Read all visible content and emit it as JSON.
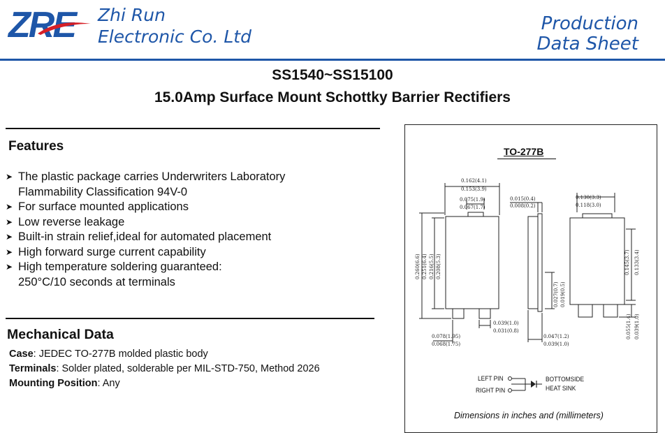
{
  "header": {
    "logo_text": "ZRE",
    "company_line1": "Zhi Run",
    "company_line2": "Electronic Co. Ltd",
    "sheet_line1": "Production",
    "sheet_line2": "Data Sheet"
  },
  "title": {
    "part_range": "SS1540~SS15100",
    "description": "15.0Amp Surface Mount Schottky Barrier Rectifiers"
  },
  "features": {
    "heading": "Features",
    "items": [
      {
        "line1": "The plastic package carries Underwriters Laboratory",
        "line2": "Flammability Classification 94V-0"
      },
      {
        "line1": "For surface mounted applications",
        "line2": ""
      },
      {
        "line1": "Low reverse leakage",
        "line2": ""
      },
      {
        "line1": "Built-in strain relief,ideal for automated placement",
        "line2": ""
      },
      {
        "line1": "High forward surge current capability",
        "line2": ""
      },
      {
        "line1": "High temperature soldering guaranteed:",
        "line2": "250°C/10 seconds at terminals"
      }
    ]
  },
  "mechanical": {
    "heading": "Mechanical  Data",
    "rows": [
      {
        "label": "Case",
        "value": ": JEDEC TO-277B molded plastic body"
      },
      {
        "label": "Terminals",
        "value": ": Solder plated, solderable per MIL-STD-750, Method 2026"
      },
      {
        "label": "Mounting Position",
        "value": ": Any"
      }
    ]
  },
  "package": {
    "name": "TO-277B",
    "dims": {
      "w_top": "0.162(4.1)",
      "w_bot": "0.153(3.9)",
      "tab_top": "0.075(1.9)",
      "tab_bot": "0.067(1.7)",
      "side_top": "0.015(0.4)",
      "side_bot": "0.008(0.2)",
      "r_top": "0.130(3.3)",
      "r_bot": "0.118(3.0)",
      "h1": "0.260(6.6)",
      "h2": "0.251(6.4)",
      "h3": "0.216(5.5)",
      "h4": "0.208(5.3)",
      "mid1": "0.027(0.7)",
      "mid2": "0.019(0.5)",
      "rh1": "0.145(3.7)",
      "rh2": "0.133(3.4)",
      "rl1": "0.055(1.4)",
      "rl2": "0.039(1.0)",
      "pin_top": "0.039(1.0)",
      "pin_bot": "0.031(0.8)",
      "bl_top": "0.078(1.95)",
      "bl_bot": "0.068(1.75)",
      "bs_top": "0.047(1.2)",
      "bs_bot": "0.039(1.0)"
    },
    "left_pin": "LEFT PIN",
    "right_pin": "RIGHT PIN",
    "heat_sink_1": "BOTTOMSIDE",
    "heat_sink_2": "HEAT SINK",
    "caption": "Dimensions in inches and (millimeters)"
  },
  "colors": {
    "brand_blue": "#1e56a8",
    "logo_red": "#d62027"
  }
}
